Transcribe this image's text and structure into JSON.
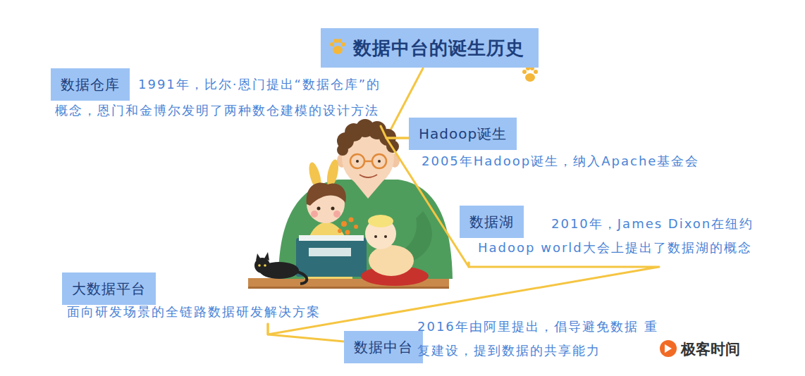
{
  "diagram": {
    "title": "数据中台的诞生历史",
    "nodes": [
      {
        "text": [
          "数据仓库",
          "1991年，比尔·恩门提出“数据仓库”的 概念，恩门和金博尔发明了两种数仓建模的设计方法"
        ]
      },
      {
        "text": [
          "Hadoop诞生",
          "2005年Hadoop诞生，纳入Apache基金会"
        ]
      },
      {
        "text": [
          "数据湖",
          "2010年，James Dixon在纽约 Hadoop world大会上提出了数据湖的概念"
        ]
      },
      {
        "text": [
          "大数据平台",
          "面向研发场景的全链路数据研发解决方案"
        ]
      },
      {
        "text": [
          "数据中台",
          "2016年由阿里提出，倡导避免数据 重复建设，提到数据的共享能力"
        ]
      }
    ],
    "edges": [
      {
        "from": 0,
        "to": 1,
        "arrow": "none"
      },
      {
        "from": 1,
        "to": 2,
        "arrow": "none"
      },
      {
        "from": 2,
        "to": 3,
        "arrow": "none"
      },
      {
        "from": 3,
        "to": 4,
        "arrow": "none"
      }
    ],
    "labels": [
      "极客时间"
    ]
  }
}
